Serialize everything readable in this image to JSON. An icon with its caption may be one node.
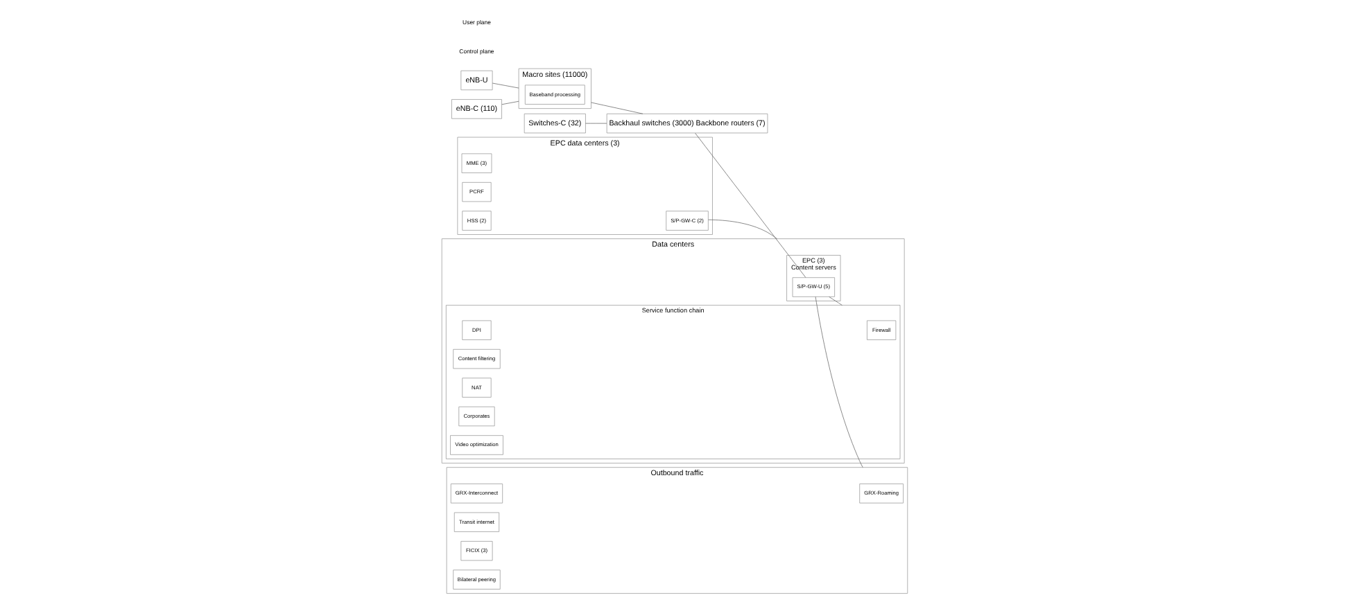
{
  "diagram": {
    "nodes": [
      {
        "text": [
          "EPC data centers (3)"
        ]
      },
      {
        "text": [
          "MME (3)"
        ],
        "in": 0
      },
      {
        "text": [
          "PCRF"
        ],
        "in": 0
      },
      {
        "text": [
          "HSS (2)"
        ],
        "in": 0
      },
      {
        "text": [
          "S/P-GW-C (2)"
        ],
        "in": 0
      },
      {
        "text": [
          "eNB-C (110)"
        ]
      },
      {
        "text": [
          "Switches-C (32)"
        ]
      },
      {
        "text": [
          "eNB-U"
        ]
      },
      {
        "text": [
          "Macro sites (11000)"
        ]
      },
      {
        "text": [
          "Baseband processing"
        ],
        "in": 8
      },
      {
        "text": [
          "Backhaul switches (3000) Backbone routers (7)"
        ]
      },
      {
        "text": [
          "Data centers"
        ]
      },
      {
        "text": [
          "EPC (3)",
          "Content servers"
        ],
        "in": 11
      },
      {
        "text": [
          "S/P-GW-U (5)"
        ],
        "in": 12
      },
      {
        "text": [
          "Service function chain"
        ],
        "in": 11
      },
      {
        "text": [
          "Firewall"
        ],
        "in": 14
      },
      {
        "text": [
          "DPI"
        ],
        "in": 14
      },
      {
        "text": [
          "Content filtering"
        ],
        "in": 14
      },
      {
        "text": [
          "NAT"
        ],
        "in": 14
      },
      {
        "text": [
          "Corporates"
        ],
        "in": 14
      },
      {
        "text": [
          "Video optimization"
        ],
        "in": 14
      },
      {
        "text": [
          "Outbound traffic"
        ]
      },
      {
        "text": [
          "GRX-Roaming"
        ],
        "in": 21
      },
      {
        "text": [
          "GRX-Interconnect"
        ],
        "in": 21
      },
      {
        "text": [
          "Transit internet"
        ],
        "in": 21
      },
      {
        "text": [
          "FICIX (3)"
        ],
        "in": 21
      },
      {
        "text": [
          "Bilateral peering"
        ],
        "in": 21
      }
    ],
    "edges": [
      {
        "from": 5,
        "to": 8,
        "arrow": "none"
      },
      {
        "from": 6,
        "to": 10,
        "arrow": "none"
      },
      {
        "from": 4,
        "to": 11,
        "arrow": "none"
      },
      {
        "from": 7,
        "to": 8,
        "arrow": "none"
      },
      {
        "from": 8,
        "to": 10,
        "arrow": "none"
      },
      {
        "from": 10,
        "to": 13,
        "arrow": "none"
      },
      {
        "from": 13,
        "to": 21,
        "arrow": "none"
      },
      {
        "from": 13,
        "to": 14,
        "arrow": "none"
      }
    ],
    "labels": [
      "Control plane",
      "User plane"
    ]
  }
}
